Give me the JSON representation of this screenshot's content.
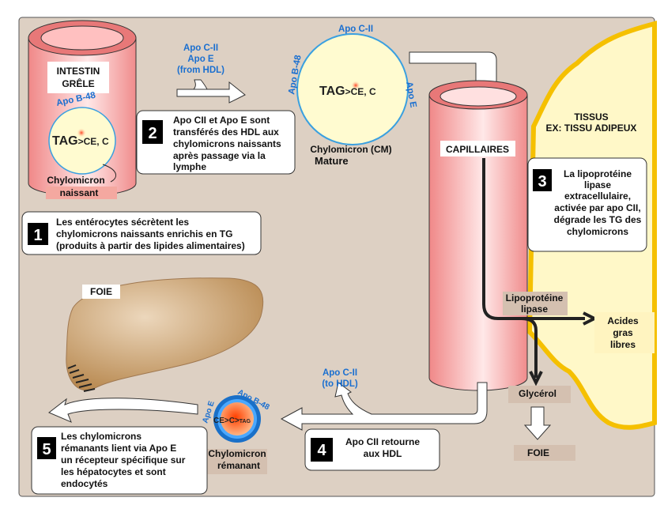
{
  "colors": {
    "panel": "#ddd0c3",
    "vessel": "#f4a0a0",
    "adipose": "#fff8c8",
    "adipose_edge": "#f5c000",
    "liver": "#c8a070",
    "apo_label": "#1a6fd0",
    "step_badge": "#000000"
  },
  "intestine": {
    "label": [
      "INTESTIN",
      "GRÊLE"
    ],
    "apo": "Apo B-48",
    "content": "TAG",
    "content_suffix": ">CE, C",
    "name": [
      "Chylomicron",
      "naissant"
    ]
  },
  "transfer": {
    "apo_lines": [
      "Apo C-II",
      "Apo E",
      "(from HDL)"
    ]
  },
  "mature": {
    "apo_top": "Apo C-II",
    "apo_left": "Apo B-48",
    "apo_right": "Apo E",
    "content": "TAG",
    "content_suffix": ">CE, C",
    "name": "Chylomicron (CM)",
    "name2": "Mature"
  },
  "capillary": {
    "label": "CAPILLAIRES"
  },
  "tissue": {
    "label": [
      "TISSUS",
      "EX: TISSU ADIPEUX"
    ]
  },
  "lipase": {
    "label": [
      "Lipoprotéine",
      "lipase"
    ]
  },
  "fatty_acids": {
    "label": [
      "Acides",
      "gras",
      "libres"
    ]
  },
  "glycerol": {
    "label": "Glycérol",
    "destination": "FOIE"
  },
  "liver": {
    "label": "FOIE"
  },
  "return_hdl": {
    "apo_lines": [
      "Apo C-II",
      "(to HDL)"
    ]
  },
  "remnant": {
    "apo_left": "Apo E",
    "apo_right": "Apo B-48",
    "content": "CE>C>",
    "content_suffix": "TAG",
    "name": [
      "Chylomicron",
      "rémanant"
    ]
  },
  "steps": [
    {
      "number": "1",
      "lines": [
        "Les entérocytes sécrètent les",
        "chylomicrons naissants enrichis en TG",
        "(produits à  partir des lipides alimentaires)"
      ]
    },
    {
      "number": "2",
      "lines": [
        "Apo CII et Apo E sont",
        "transférés des HDL aux",
        "chylomicrons naissants",
        "après passage via la",
        "lymphe"
      ]
    },
    {
      "number": "3",
      "lines": [
        "La lipoprotéine",
        "lipase",
        "extracellulaire,",
        "activée par apo CII,",
        "dégrade les TG des",
        "chylomicrons"
      ]
    },
    {
      "number": "4",
      "lines": [
        "Apo CII retourne",
        "aux HDL"
      ]
    },
    {
      "number": "5",
      "lines": [
        "Les chylomicrons",
        "rémanants  lient via Apo E",
        "un récepteur spécifique sur",
        "les hépatocytes et sont",
        "endocytés"
      ]
    }
  ]
}
